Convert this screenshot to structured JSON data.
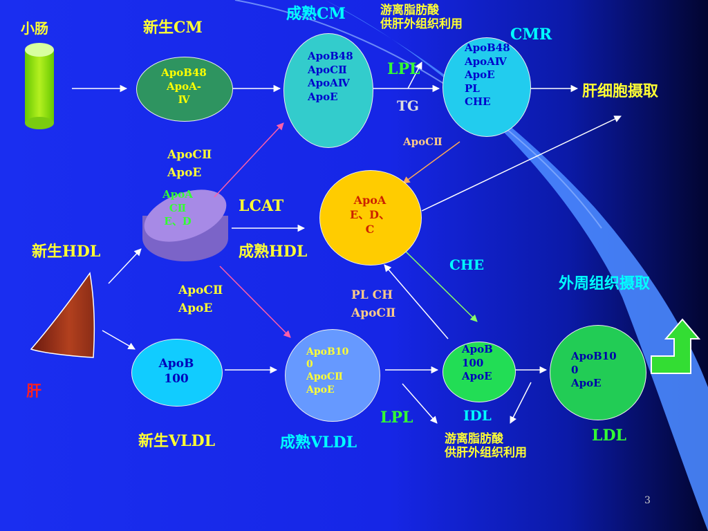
{
  "labels": {
    "small_intestine": "小肠",
    "nascent_cm": "新生CM",
    "mature_cm": "成熟CM",
    "ffa_top": "游离脂肪酸\n供肝外组织利用",
    "cmr": "CMR",
    "lpl_top": "LPL",
    "tg": "TG",
    "hepatocyte_uptake": "肝细胞摄取",
    "apoc_top": "ApoCⅡ",
    "apoc_apoe_upper": "ApoCⅡ\nApoE",
    "lcat": "LCAT",
    "mature_hdl": "成熟HDL",
    "nascent_hdl": "新生HDL",
    "che_mid": "CHE",
    "peripheral_uptake": "外周组织摄取",
    "apoc_apoe_lower": "ApoCⅡ\nApoE",
    "pl_ch_apoc": "PL CH\nApoCⅡ",
    "liver": "肝",
    "lpl_bottom": "LPL",
    "idl": "IDL",
    "ldl": "LDL",
    "nascent_vldl": "新生VLDL",
    "mature_vldl": "成熟VLDL",
    "ffa_bottom": "游离脂肪酸\n供肝外组织利用"
  },
  "nodes": {
    "nascent_cm": "ApoB48\nApoA-\nⅣ",
    "mature_cm": "ApoB48\nApoCⅡ\nApoAⅣ\nApoE",
    "cmr": "ApoB48\nApoAⅣ\nApoE\nPL\nCHE",
    "nascent_hdl": "ApoA\nCⅡ\nE、D",
    "mature_hdl": "ApoA\nE、D、\nC",
    "nascent_vldl": "ApoB\n100",
    "mature_vldl": "ApoB10\n0\nApoCⅡ\nApoE",
    "idl": "ApoB\n100\nApoE",
    "ldl": "ApoB10\n0\nApoE"
  },
  "colors": {
    "label_yellow": "#ffff33",
    "label_cyan": "#00ffff",
    "label_green": "#33ff33",
    "liver_label_red": "#ff2020",
    "arrow_pink": "#ff5fa8",
    "arrow_orange": "#ffaa55",
    "arrow_green": "#88ff66"
  },
  "page_number": "3"
}
